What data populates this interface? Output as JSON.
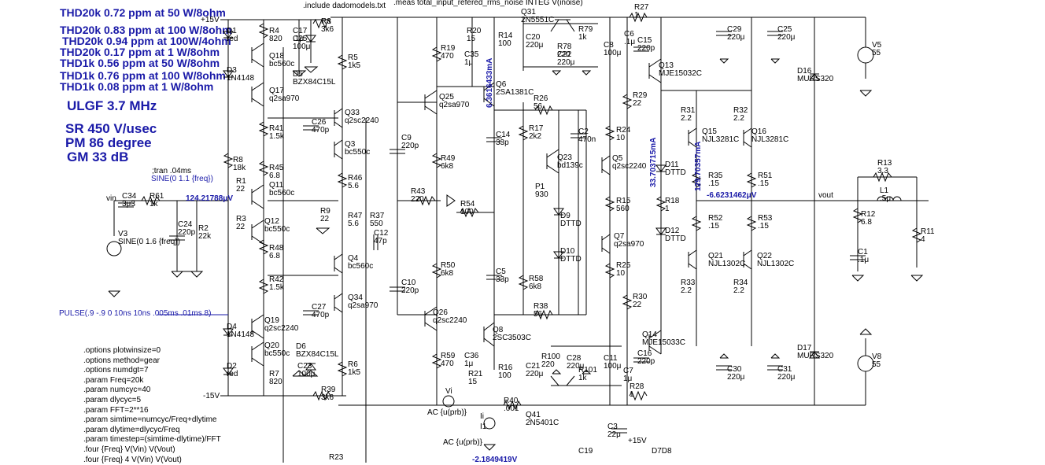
{
  "spec_lines": [
    "THD20k 0.72 ppm at 50 W/8ohm",
    "THD20k 0.83 ppm at 100 W/8ohm",
    "THD20k 0.94 ppm at 100W/4ohm",
    "THD20k 0.17 ppm at 1 W/8ohm",
    "THD1k 0.56 ppm at 50 W/8ohm",
    "THD1k 0.76 ppm at 100 W/8ohm",
    "THD1k 0.08 ppm at 1 W/8ohm"
  ],
  "metrics": [
    "ULGF 3.7 MHz",
    "SR 450 V/usec",
    "PM  86 degree",
    "GM  33 dB"
  ],
  "directives": [
    ".options plotwinsize=0",
    ".options method=gear",
    ".options numdgt=7",
    ".param Freq=20k",
    ".param numcyc=40",
    ".param dlycyc=5",
    ".param FFT=2**16",
    ".param simtime=numcyc/Freq+dlytime",
    ".param dlytime=dlycyc/Freq",
    ".param timestep=(simtime-dlytime)/FFT",
    ".four {Freq} V(Vin) V(Vout)",
    ".four {Freq} 4 V(Vin) V(Vout)"
  ],
  "top_notes": {
    "include": ".include dadomodels.txt",
    "meas": ".meas total_input_refered_rms_noise INTEG V(inoise)",
    "tran": ";tran .04ms",
    "sine_src": "SINE(0 1.1 {freq})",
    "pulse": "PULSE(.9 -.9 0 10ns 10ns .005ms .01ms 8)"
  },
  "rails": {
    "pos": "+15V",
    "neg": "-15V",
    "pos2": "+15V"
  },
  "probes": {
    "v_in_node": "124.21788μV",
    "v_out_node": "-6.6231462μV",
    "v_bottom": "-2.1849419V",
    "i_q6": "6.3616433mA",
    "i_d11": "33.703715mA",
    "i_q15": "129.70357mA"
  },
  "net_labels": {
    "vin": "vin",
    "vout": "vout",
    "vi": "Vi",
    "ii": "Ii"
  },
  "components": [
    {
      "ref": "D1",
      "val": "red"
    },
    {
      "ref": "D3",
      "val": "1N4148"
    },
    {
      "ref": "R4",
      "val": "820"
    },
    {
      "ref": "Q18",
      "val": "bc560c"
    },
    {
      "ref": "C17",
      "val": ".1μ"
    },
    {
      "ref": "D5",
      "val": "BZX84C15L"
    },
    {
      "ref": "C25_top",
      "val": "100μ"
    },
    {
      "ref": "R3_top",
      "val": "3k6"
    },
    {
      "ref": "R5",
      "val": "1k5"
    },
    {
      "ref": "Q17",
      "val": "q2sa970"
    },
    {
      "ref": "Q33",
      "val": "q2sc2240"
    },
    {
      "ref": "R41",
      "val": "1.5k"
    },
    {
      "ref": "C26",
      "val": "470p"
    },
    {
      "ref": "Q3",
      "val": "bc550c"
    },
    {
      "ref": "R8",
      "val": "18k"
    },
    {
      "ref": "R45",
      "val": "6.8"
    },
    {
      "ref": "R46",
      "val": "5.6"
    },
    {
      "ref": "R1",
      "val": "22"
    },
    {
      "ref": "Q11",
      "val": "bc560c"
    },
    {
      "ref": "R9",
      "val": "22"
    },
    {
      "ref": "R47",
      "val": "5.6"
    },
    {
      "ref": "R37",
      "val": "550"
    },
    {
      "ref": "C12",
      "val": "47p"
    },
    {
      "ref": "R3",
      "val": "22"
    },
    {
      "ref": "Q12",
      "val": "bc550c"
    },
    {
      "ref": "R48",
      "val": "6.8"
    },
    {
      "ref": "Q4",
      "val": "bc560c"
    },
    {
      "ref": "R42",
      "val": "1.5k"
    },
    {
      "ref": "C27",
      "val": "470p"
    },
    {
      "ref": "Q34",
      "val": "q2sa970"
    },
    {
      "ref": "D4",
      "val": "1N4148"
    },
    {
      "ref": "Q19",
      "val": "q2sc2240"
    },
    {
      "ref": "Q20",
      "val": "bc550c"
    },
    {
      "ref": "D2",
      "val": "red"
    },
    {
      "ref": "R7",
      "val": "820"
    },
    {
      "ref": "D6",
      "val": "BZX84C15L"
    },
    {
      "ref": "C23",
      "val": "100μ"
    },
    {
      "ref": "R6",
      "val": "1k5"
    },
    {
      "ref": "R39",
      "val": "3k6"
    },
    {
      "ref": "C34",
      "val": "3μ3"
    },
    {
      "ref": "R61",
      "val": "1k"
    },
    {
      "ref": "C24",
      "val": "220p"
    },
    {
      "ref": "R2",
      "val": "22k"
    },
    {
      "ref": "V3",
      "val": "SINE(0 1.6 {freq})"
    },
    {
      "ref": "R19",
      "val": "470"
    },
    {
      "ref": "R20",
      "val": "15"
    },
    {
      "ref": "C35",
      "val": "1μ"
    },
    {
      "ref": "R14",
      "val": "100"
    },
    {
      "ref": "Q25",
      "val": "q2sa970"
    },
    {
      "ref": "Q6",
      "val": "2SA1381C"
    },
    {
      "ref": "C9",
      "val": "220p"
    },
    {
      "ref": "R49",
      "val": "6k8"
    },
    {
      "ref": "R43",
      "val": "220"
    },
    {
      "ref": "R54",
      "val": "100"
    },
    {
      "ref": "R50",
      "val": "6k8"
    },
    {
      "ref": "C10",
      "val": "220p"
    },
    {
      "ref": "C5",
      "val": "33p"
    },
    {
      "ref": "C14",
      "val": "33p"
    },
    {
      "ref": "Q26",
      "val": "q2sc2240"
    },
    {
      "ref": "R59",
      "val": "470"
    },
    {
      "ref": "C36",
      "val": "1μ"
    },
    {
      "ref": "R21",
      "val": "15"
    },
    {
      "ref": "R16",
      "val": "100"
    },
    {
      "ref": "Q8",
      "val": "2SC3503C"
    },
    {
      "ref": "Q31",
      "val": "2N5551C"
    },
    {
      "ref": "C20",
      "val": "220μ"
    },
    {
      "ref": "R79",
      "val": "1k"
    },
    {
      "ref": "R78",
      "val": "220"
    },
    {
      "ref": "C22",
      "val": "220μ"
    },
    {
      "ref": "C8",
      "val": "100μ"
    },
    {
      "ref": "R26",
      "val": "56"
    },
    {
      "ref": "R17",
      "val": "2k2"
    },
    {
      "ref": "C2",
      "val": "470n"
    },
    {
      "ref": "Q23",
      "val": "bd139c"
    },
    {
      "ref": "P1",
      "val": "930"
    },
    {
      "ref": "D9",
      "val": "DTTD"
    },
    {
      "ref": "D10",
      "val": "DTTD"
    },
    {
      "ref": "R58",
      "val": "6k8"
    },
    {
      "ref": "R38",
      "val": "56"
    },
    {
      "ref": "R100",
      "val": "220"
    },
    {
      "ref": "C21",
      "val": "220μ"
    },
    {
      "ref": "C28",
      "val": "220μ"
    },
    {
      "ref": "R101",
      "val": "1k"
    },
    {
      "ref": "C11",
      "val": "100μ"
    },
    {
      "ref": "Q41",
      "val": "2N5401C"
    },
    {
      "ref": "R40",
      "val": ".001"
    },
    {
      "ref": "R27",
      "val": "1"
    },
    {
      "ref": "C6",
      "val": ".1μ"
    },
    {
      "ref": "C15",
      "val": "220p"
    },
    {
      "ref": "Q13",
      "val": "MJE15032C"
    },
    {
      "ref": "R29",
      "val": "22"
    },
    {
      "ref": "R24",
      "val": "10"
    },
    {
      "ref": "Q5",
      "val": "q2sc2240"
    },
    {
      "ref": "R15",
      "val": "560"
    },
    {
      "ref": "Q7",
      "val": "q2sa970"
    },
    {
      "ref": "R25",
      "val": "10"
    },
    {
      "ref": "R30",
      "val": "22"
    },
    {
      "ref": "Q14",
      "val": "MJE15033C"
    },
    {
      "ref": "C16",
      "val": "220p"
    },
    {
      "ref": "C7",
      "val": "1μ"
    },
    {
      "ref": "R28",
      "val": "1"
    },
    {
      "ref": "D11",
      "val": "DTTD"
    },
    {
      "ref": "R18",
      "val": "1"
    },
    {
      "ref": "D12",
      "val": "DTTD"
    },
    {
      "ref": "R31",
      "val": "2.2"
    },
    {
      "ref": "R32",
      "val": "2.2"
    },
    {
      "ref": "Q15",
      "val": "NJL3281C"
    },
    {
      "ref": "Q16",
      "val": "NJL3281C"
    },
    {
      "ref": "R35",
      "val": ".15"
    },
    {
      "ref": "R51",
      "val": ".15"
    },
    {
      "ref": "R52",
      "val": ".15"
    },
    {
      "ref": "R53",
      "val": ".15"
    },
    {
      "ref": "Q21",
      "val": "NJL1302C"
    },
    {
      "ref": "Q22",
      "val": "NJL1302C"
    },
    {
      "ref": "R33",
      "val": "2.2"
    },
    {
      "ref": "R34",
      "val": "2.2"
    },
    {
      "ref": "C29",
      "val": "220μ"
    },
    {
      "ref": "C25",
      "val": "220μ"
    },
    {
      "ref": "C30",
      "val": "220μ"
    },
    {
      "ref": "C31",
      "val": "220μ"
    },
    {
      "ref": "D16",
      "val": "MURS320"
    },
    {
      "ref": "D17",
      "val": "MURS320"
    },
    {
      "ref": "V5",
      "val": "55"
    },
    {
      "ref": "V8",
      "val": "55"
    },
    {
      "ref": "R13",
      "val": "3.3"
    },
    {
      "ref": "L1",
      "val": ".5μ"
    },
    {
      "ref": "R12",
      "val": "6.8"
    },
    {
      "ref": "C1",
      "val": ".1μ"
    },
    {
      "ref": "R11",
      "val": "4"
    },
    {
      "ref": "C3",
      "val": "22μ"
    },
    {
      "ref": "C19",
      "val": ""
    },
    {
      "ref": "D7D8",
      "val": ""
    },
    {
      "ref": "R23",
      "val": ""
    },
    {
      "ref": "I1",
      "val": ""
    }
  ],
  "sources": {
    "vi": "AC {u(prb)}",
    "ii": "AC {u(prb)}"
  },
  "colors": {
    "spec": "#1a1aa8",
    "wire": "#000000"
  }
}
